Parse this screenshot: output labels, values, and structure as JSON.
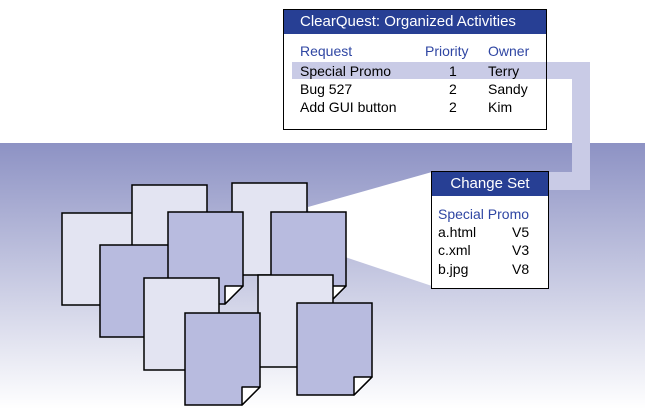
{
  "colors": {
    "band_top": "#8d92c4",
    "band_bottom": "#ffffff",
    "panel_title_bg": "#273f94",
    "header_text": "#2f46a3",
    "highlight": "#c9cbe6",
    "doc_light": "#e3e4f2",
    "doc_dark": "#b8bbdf"
  },
  "icons": [
    "document-icon"
  ],
  "activities": {
    "title": "ClearQuest: Organized Activities",
    "columns": [
      "Request",
      "Priority",
      "Owner"
    ],
    "rows": [
      {
        "request": "Special Promo",
        "priority": "1",
        "owner": "Terry"
      },
      {
        "request": "Bug 527",
        "priority": "2",
        "owner": "Sandy"
      },
      {
        "request": "Add GUI button",
        "priority": "2",
        "owner": "Kim"
      }
    ]
  },
  "change_set": {
    "title": "Change Set",
    "activity": "Special Promo",
    "files": [
      {
        "name": "a.html",
        "version": "V5"
      },
      {
        "name": "c.xml",
        "version": "V3"
      },
      {
        "name": "b.jpg",
        "version": "V8"
      }
    ]
  }
}
